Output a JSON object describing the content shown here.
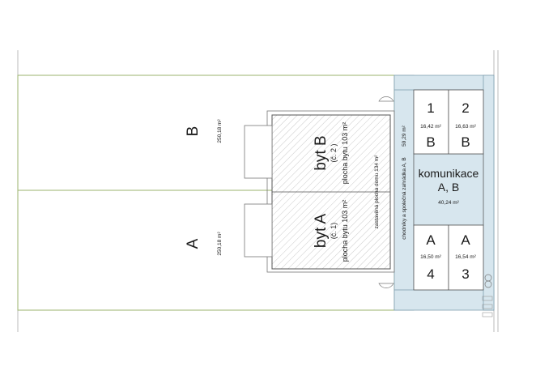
{
  "plots": {
    "b": {
      "letter": "B",
      "area": "250,18 m²"
    },
    "a": {
      "letter": "A",
      "area": "250,18 m²"
    }
  },
  "units": {
    "byt_b": {
      "title": "byt B",
      "number": "(č. 2 )",
      "area": "plocha bytu 103 m²"
    },
    "byt_a": {
      "title": "byt A",
      "number": "(č. 1)",
      "area": "plocha bytu 103 m²"
    }
  },
  "built_area": "zastavěná plocha domu 134 m²",
  "shared_garden": {
    "label": "chodníky a společná zahrádka A, B",
    "area": "59,29 m²"
  },
  "road": {
    "line1": "komunikace",
    "line2": "A, B",
    "area": "40,24 m²"
  },
  "parking": [
    {
      "number": "1",
      "area": "16,42 m²",
      "letter": "B"
    },
    {
      "number": "2",
      "area": "16,63 m²",
      "letter": "B"
    },
    {
      "number": "4",
      "area": "16,50 m²",
      "letter": "A"
    },
    {
      "number": "3",
      "area": "16,54 m²",
      "letter": "A"
    }
  ],
  "colors": {
    "garden_fill": "#d7e6ee",
    "line": "#555555",
    "hatch": "#b0b0b0",
    "plot_border": "#9bb36e"
  }
}
